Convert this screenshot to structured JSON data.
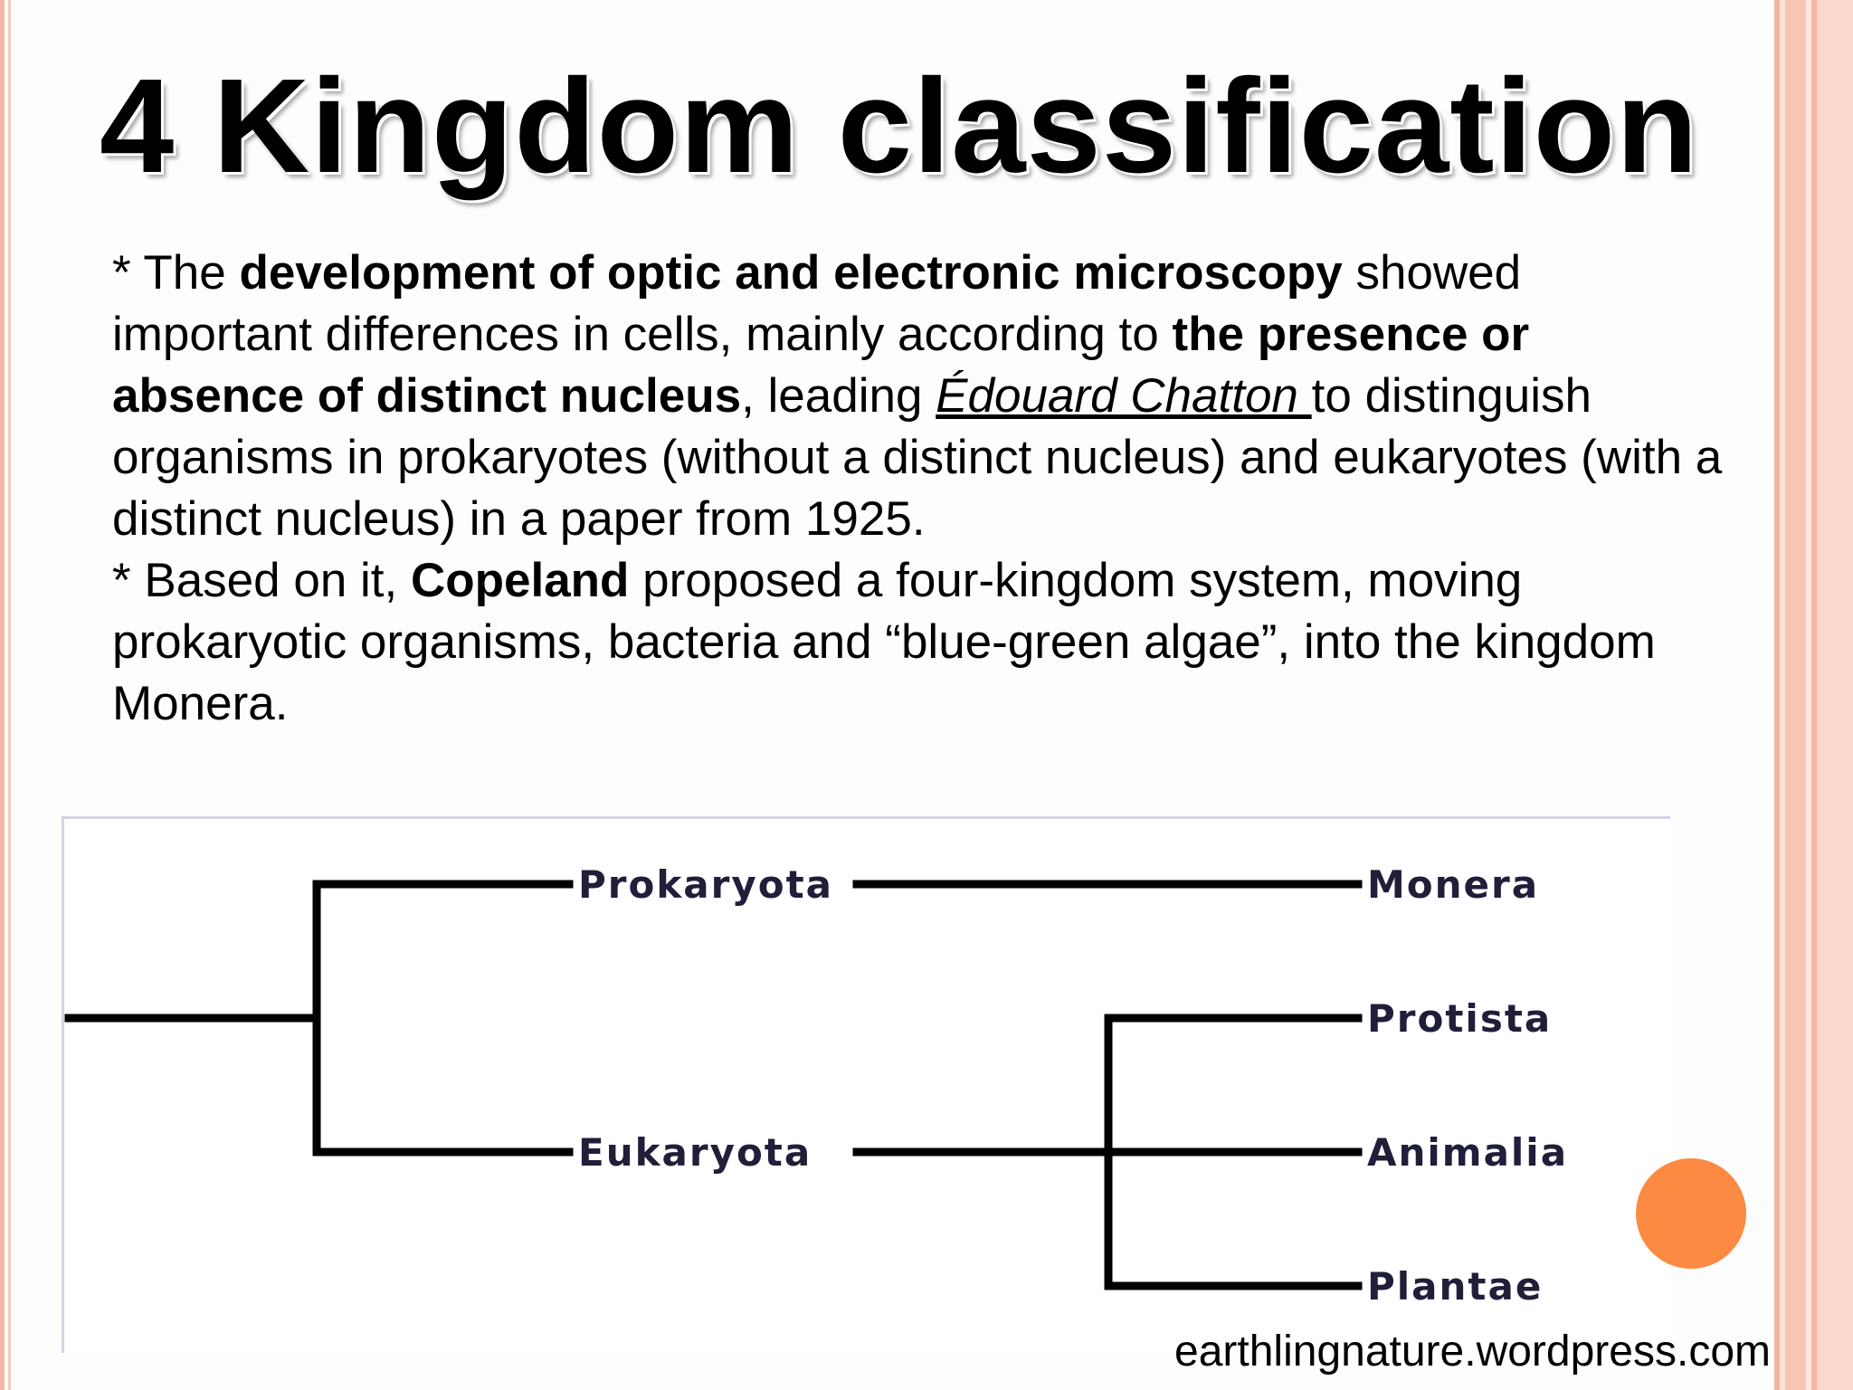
{
  "slide": {
    "title": "4 Kingdom classification",
    "paragraph1": {
      "p1": "* The ",
      "b1": "development of optic and electronic microscopy",
      "p2": " showed important differences in cells, mainly according to ",
      "b2": "the presence or absence of distinct nucleus",
      "p3": ", leading ",
      "person": "Édouard Chatton ",
      "p4": "to distinguish organisms in prokaryotes (without a distinct nucleus) and eukaryotes (with a distinct nucleus) in a paper from 1925."
    },
    "paragraph2": {
      "p1": "* Based on it, ",
      "b1": "Copeland",
      "p2": " proposed a four-kingdom system, moving prokaryotic organisms, bacteria and “blue-green algae”, into the kingdom Monera."
    },
    "source": "earthlingnature.wordpress.com"
  },
  "tree": {
    "groups": [
      "Prokaryota",
      "Eukaryota"
    ],
    "kingdoms": [
      "Monera",
      "Protista",
      "Animalia",
      "Plantae"
    ],
    "line_color": "#000000",
    "label_color": "#1f1f3a"
  },
  "colors": {
    "accent_circle": "#fd8a42",
    "border": "#f4b29d"
  }
}
